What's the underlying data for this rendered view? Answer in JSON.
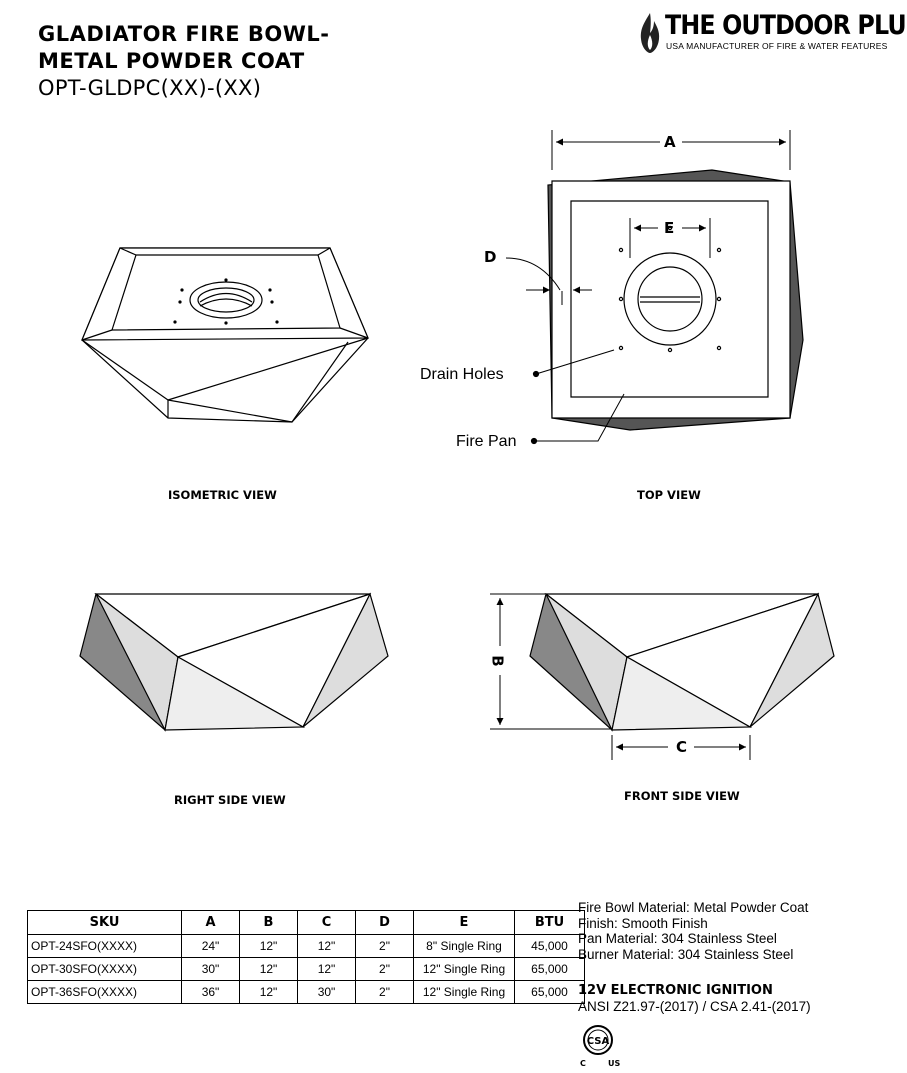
{
  "header": {
    "title_line1": "GLADIATOR FIRE BOWL-",
    "title_line2": "METAL POWDER COAT",
    "model": "OPT-GLDPC(XX)-(XX)"
  },
  "brand": {
    "name": "THE OUTDOOR PLUS",
    "tagline": "USA MANUFACTURER OF FIRE & WATER FEATURES",
    "icon": "flame-icon"
  },
  "views": {
    "isometric": "ISOMETRIC VIEW",
    "top": "TOP VIEW",
    "right_side": "RIGHT SIDE VIEW",
    "front_side": "FRONT SIDE VIEW"
  },
  "callouts": {
    "drain_holes": "Drain Holes",
    "fire_pan": "Fire Pan"
  },
  "dimensions": {
    "a": "A",
    "b": "B",
    "c": "C",
    "d": "D",
    "e": "E"
  },
  "table": {
    "headers": [
      "SKU",
      "A",
      "B",
      "C",
      "D",
      "E",
      "BTU"
    ],
    "rows": [
      [
        "OPT-24SFO(XXXX)",
        "24\"",
        "12\"",
        "12\"",
        "2\"",
        "8\" Single Ring",
        "45,000"
      ],
      [
        "OPT-30SFO(XXXX)",
        "30\"",
        "12\"",
        "12\"",
        "2\"",
        "12\" Single Ring",
        "65,000"
      ],
      [
        "OPT-36SFO(XXXX)",
        "36\"",
        "12\"",
        "30\"",
        "2\"",
        "12\" Single Ring",
        "65,000"
      ]
    ]
  },
  "specs": [
    "Fire Bowl Material: Metal Powder Coat",
    "Finish: Smooth Finish",
    "Pan Material: 304 Stainless Steel",
    "Burner Material: 304 Stainless Steel"
  ],
  "ignition": {
    "title": "12V ELECTRONIC IGNITION",
    "standard": "ANSI Z21.97-(2017) / CSA 2.41-(2017)"
  },
  "certification": {
    "mark": "CSA",
    "left": "C",
    "right": "US"
  }
}
